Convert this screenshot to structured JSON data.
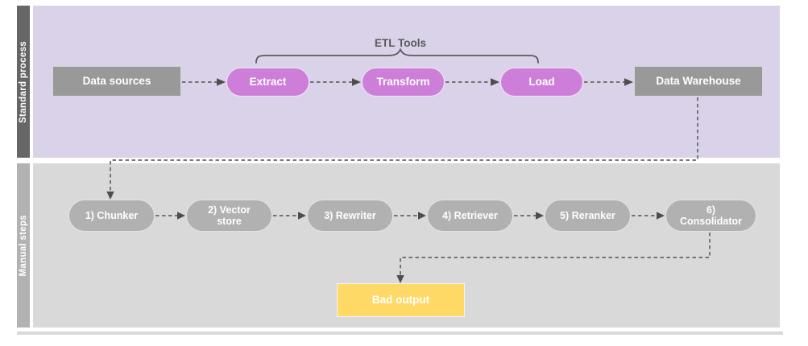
{
  "lanes": [
    {
      "label": "Standard process"
    },
    {
      "label": "Manual steps"
    }
  ],
  "standard_process": {
    "etl_tools_label": "ETL Tools",
    "nodes": {
      "data_sources": "Data sources",
      "extract": "Extract",
      "transform": "Transform",
      "load": "Load",
      "data_warehouse": "Data Warehouse"
    }
  },
  "manual_steps": {
    "nodes": {
      "chunker": "1) Chunker",
      "vector_store": "2) Vector\nstore",
      "rewriter": "3) Rewriter",
      "retriever": "4) Retriever",
      "reranker": "5) Reranker",
      "consolidator": "6)\nConsolidator",
      "bad_output": "Bad output"
    }
  },
  "colors": {
    "standard_lane_bg": "#d9d2e9",
    "manual_lane_bg": "#d9d9d9",
    "standard_label_bar": "#666667",
    "manual_label_bar": "#b2b2b2",
    "etl_pill": "#cd7ed8",
    "gray_node": "#999999",
    "manual_pill": "#b1b1b1",
    "bad_output_node": "#ffd966",
    "connector": "#666666",
    "node_text": "#ffffff"
  }
}
